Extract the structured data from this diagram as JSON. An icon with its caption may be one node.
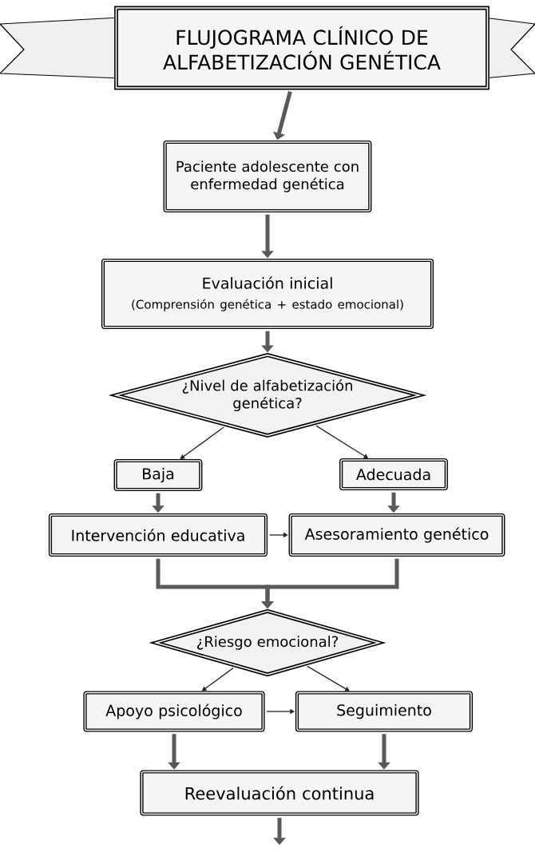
{
  "diagram": {
    "nodes": [
      {
        "text": [
          "FLUJOGRAMA CLÍNICO DE ALFABETIZACIÓN GENÉTICA"
        ]
      },
      {
        "text": [
          "Paciente adolescente con enfermedad genética"
        ]
      },
      {
        "text": [
          "Evaluación inicial",
          "(Comprensión genética + estado emocional)"
        ]
      },
      {
        "text": [
          "¿Nivel de alfabetización genética?"
        ]
      },
      {
        "text": [
          "Baja"
        ]
      },
      {
        "text": [
          "Adecuada"
        ]
      },
      {
        "text": [
          "Intervención educativa"
        ]
      },
      {
        "text": [
          "Asesoramiento genético"
        ]
      },
      {
        "text": [
          "¿Riesgo emocional?"
        ]
      },
      {
        "text": [
          "Apoyo psicológico"
        ]
      },
      {
        "text": [
          "Seguimiento"
        ]
      },
      {
        "text": [
          "Reevaluación continua"
        ]
      }
    ],
    "edges": [
      {
        "from": 0,
        "to": 1,
        "arrow": "to"
      },
      {
        "from": 1,
        "to": 2,
        "arrow": "to"
      },
      {
        "from": 2,
        "to": 3,
        "arrow": "to"
      },
      {
        "from": 3,
        "to": 4,
        "arrow": "to"
      },
      {
        "from": 3,
        "to": 5,
        "arrow": "to"
      },
      {
        "from": 4,
        "to": 6,
        "arrow": "to"
      },
      {
        "from": 5,
        "to": 7,
        "arrow": "to"
      },
      {
        "from": 6,
        "to": 7,
        "arrow": "to"
      },
      {
        "from": 6,
        "to": 8,
        "arrow": "to"
      },
      {
        "from": 7,
        "to": 8,
        "arrow": "to"
      },
      {
        "from": 8,
        "to": 9,
        "arrow": "to"
      },
      {
        "from": 8,
        "to": 10,
        "arrow": "to"
      },
      {
        "from": 9,
        "to": 10,
        "arrow": "to"
      },
      {
        "from": 9,
        "to": 11,
        "arrow": "to"
      },
      {
        "from": 10,
        "to": 11,
        "arrow": "to"
      },
      {
        "from": 11,
        "to": null,
        "arrow": "to"
      }
    ]
  }
}
